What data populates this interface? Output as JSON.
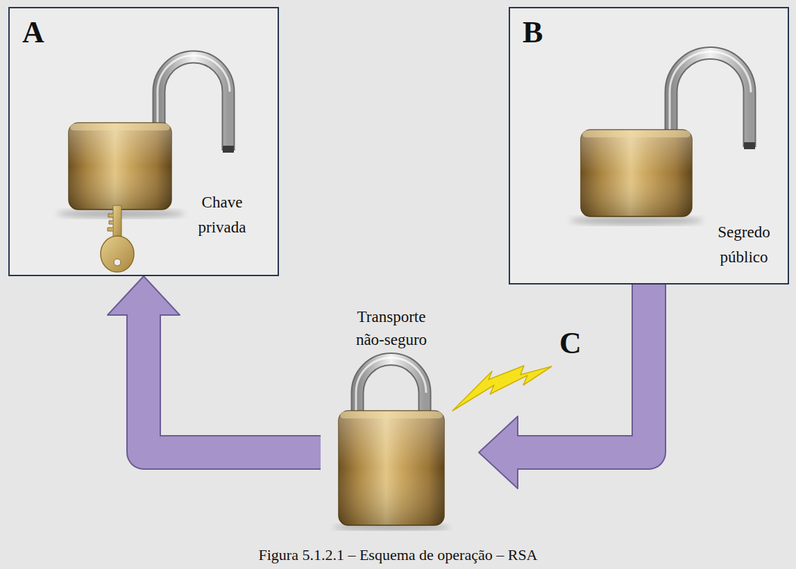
{
  "diagram": {
    "caption": "Figura 5.1.2.1 – Esquema de operação – RSA",
    "nodes": [
      {
        "text": [
          "A",
          "Chave privada"
        ]
      },
      {
        "text": [
          "B",
          "Segredo público"
        ]
      },
      {
        "text": [
          "Transporte não-seguro"
        ]
      }
    ],
    "edges": [
      {
        "from": 1,
        "to": 2,
        "arrow": "to"
      },
      {
        "from": 2,
        "to": 0,
        "arrow": "to"
      }
    ],
    "labels": [
      "C"
    ]
  }
}
